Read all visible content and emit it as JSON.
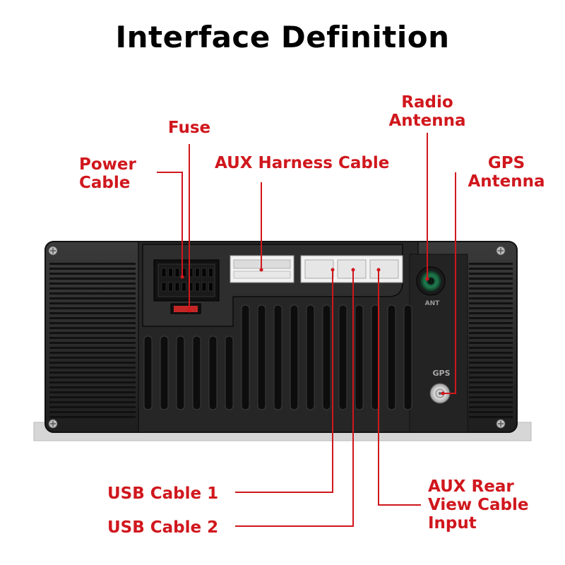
{
  "title": "Interface Definition",
  "labels": {
    "fuse": "Fuse",
    "power_cable": [
      "Power",
      "Cable"
    ],
    "aux_harness": "AUX Harness Cable",
    "radio_antenna": [
      "Radio",
      "Antenna"
    ],
    "gps_antenna": [
      "GPS",
      "Antenna"
    ],
    "usb1": "USB Cable 1",
    "usb2": "USB Cable 2",
    "aux_rear": [
      "AUX Rear",
      "View Cable",
      "Input"
    ]
  },
  "device_markings": {
    "ant": "ANT",
    "gps": "GPS"
  },
  "colors": {
    "label_red": "#d0171d",
    "line_red": "#d0171d",
    "chassis": "#2a2a2a",
    "connector_white": "#f2f2f2"
  }
}
